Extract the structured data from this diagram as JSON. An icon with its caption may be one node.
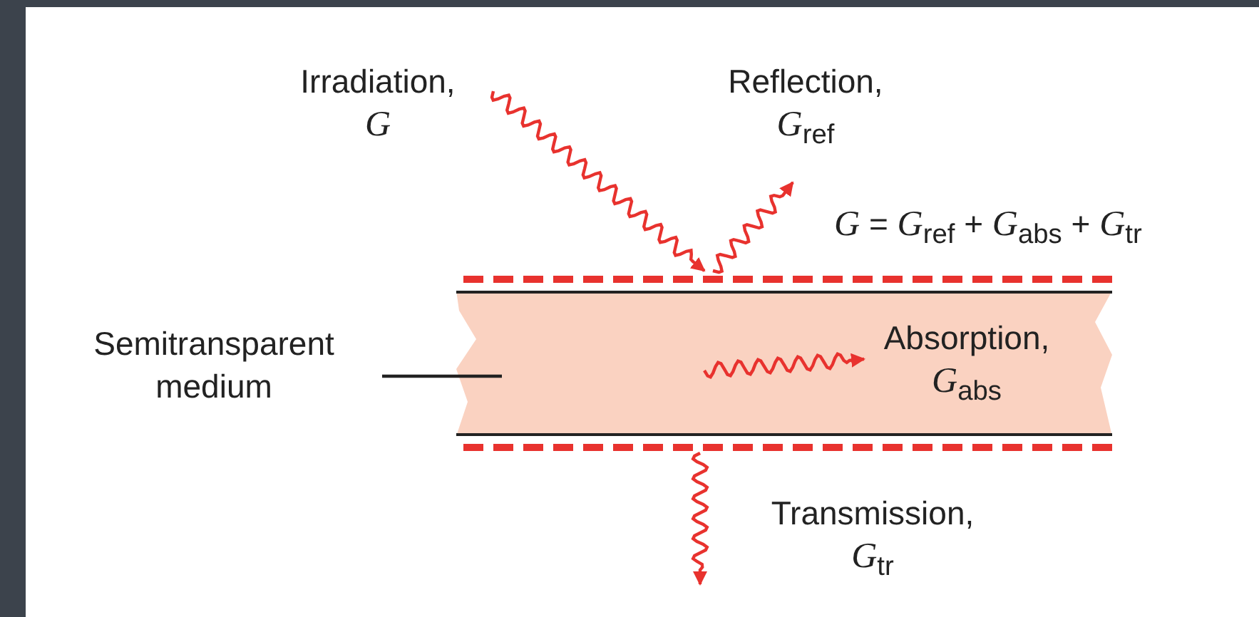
{
  "diagram": {
    "nodes": [
      {
        "text": [
          "Irradiation, *G*"
        ]
      },
      {
        "text": [
          "Reflection, *G*$_{ref}$"
        ]
      },
      {
        "text": [
          "Semitransparent medium"
        ]
      },
      {
        "text": [],
        "shape": "box"
      },
      {
        "text": [
          "Absorption, *G*$_{abs}$"
        ],
        "in": 3
      }
    ],
    "edges": [
      {
        "from": 0,
        "to": 3,
        "arrow": "to"
      },
      {
        "from": 3,
        "to": 1,
        "arrow": "to"
      },
      {
        "from": 2,
        "to": 3,
        "arrow": "none",
        "color": "#222222"
      },
      {
        "from": null,
        "to": 4,
        "arrow": "to"
      },
      {
        "from": 3,
        "to": null,
        "arrow": "to"
      }
    ],
    "labels": [
      "*G* = *G*$_{ref}$ + *G*$_{abs}$ + *G*$_{tr}$",
      "Transmission, *G*$_{tr}$"
    ]
  }
}
